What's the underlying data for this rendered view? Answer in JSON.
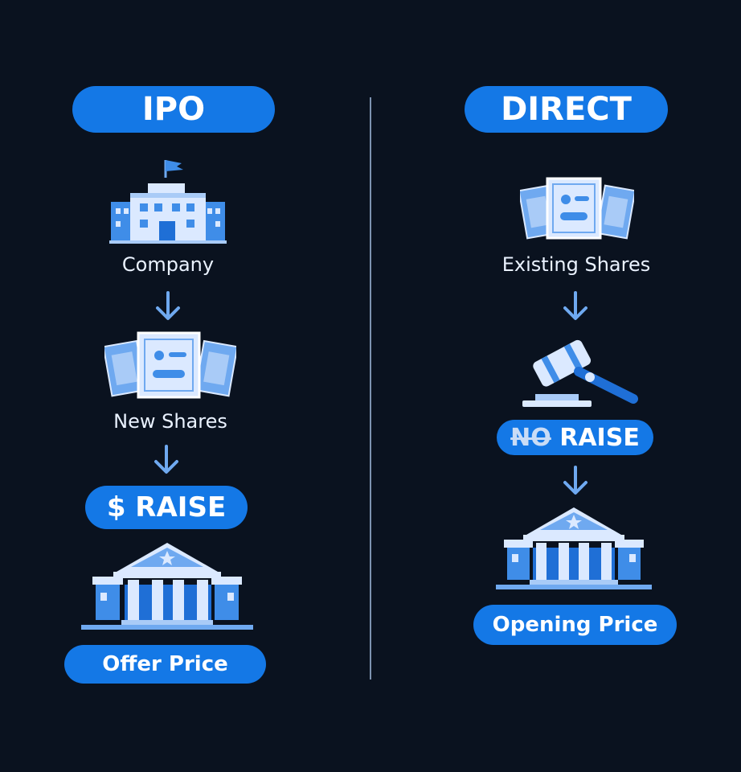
{
  "ipo": {
    "title": "IPO",
    "step1": "Company",
    "step2": "New Shares",
    "raise": "$ RAISE",
    "price": "Offer Price"
  },
  "direct": {
    "title": "DIRECT",
    "step1": "Existing Shares",
    "raise_strike": "NO",
    "raise_rest": " RAISE",
    "price": "Opening Price"
  },
  "icons": {
    "company": "office-building-icon",
    "shares": "share-certificate-icon",
    "auction": "gavel-icon",
    "exchange": "stock-exchange-icon",
    "arrow": "arrow-down-icon"
  },
  "colors": {
    "background": "#0a121f",
    "accent": "#1478e6",
    "icon_light": "#dbe9ff",
    "icon_mid": "#6fa9f0",
    "divider": "#7d93b0"
  }
}
